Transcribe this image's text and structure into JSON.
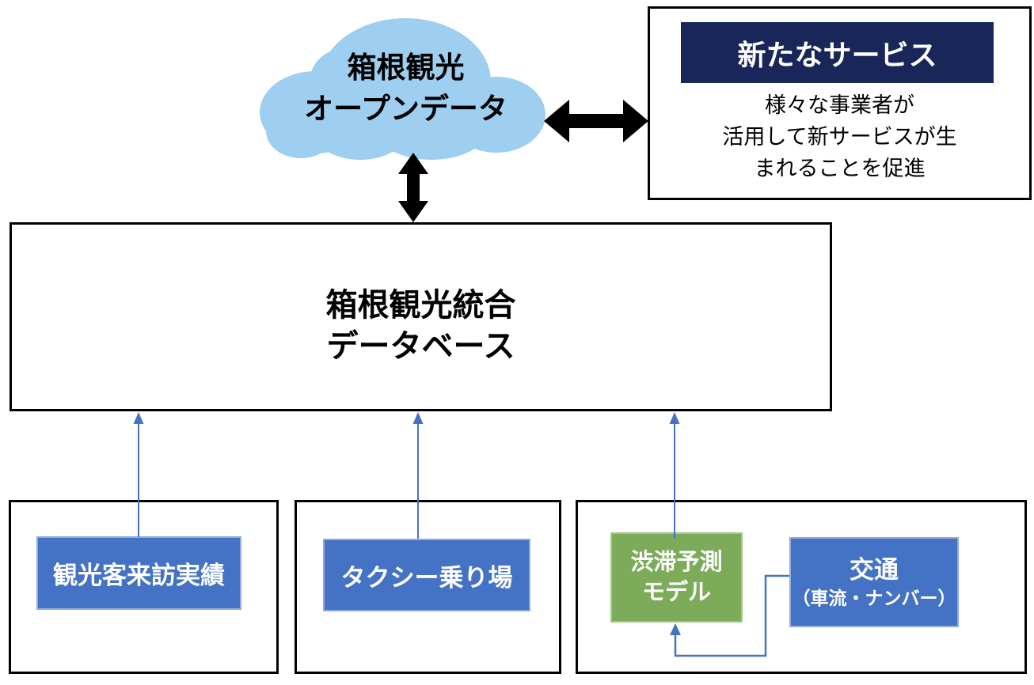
{
  "diagram": {
    "cloud": {
      "line1": "箱根観光",
      "line2": "オープンデータ"
    },
    "new_service": {
      "title": "新たなサービス",
      "body": [
        "様々な事業者が",
        "活用して新サービスが生",
        "まれることを促進"
      ]
    },
    "database": {
      "line1": "箱根観光統合",
      "line2": "データベース"
    },
    "visitor_box": {
      "label": "観光客来訪実績"
    },
    "taxi_box": {
      "label": "タクシー乗り場"
    },
    "congestion_box": {
      "line1": "渋滞予測",
      "line2": "モデル"
    },
    "traffic_box": {
      "line1": "交通",
      "line2": "（車流・ナンバー）"
    }
  },
  "colors": {
    "cloud_fill": "#9FCFF0",
    "accent_blue": "#4472C4",
    "accent_green": "#7CAC5A",
    "navy_header": "#19265A",
    "connector_blue": "#4472C4",
    "thick_arrow": "#000000",
    "box_border": "#000000"
  }
}
